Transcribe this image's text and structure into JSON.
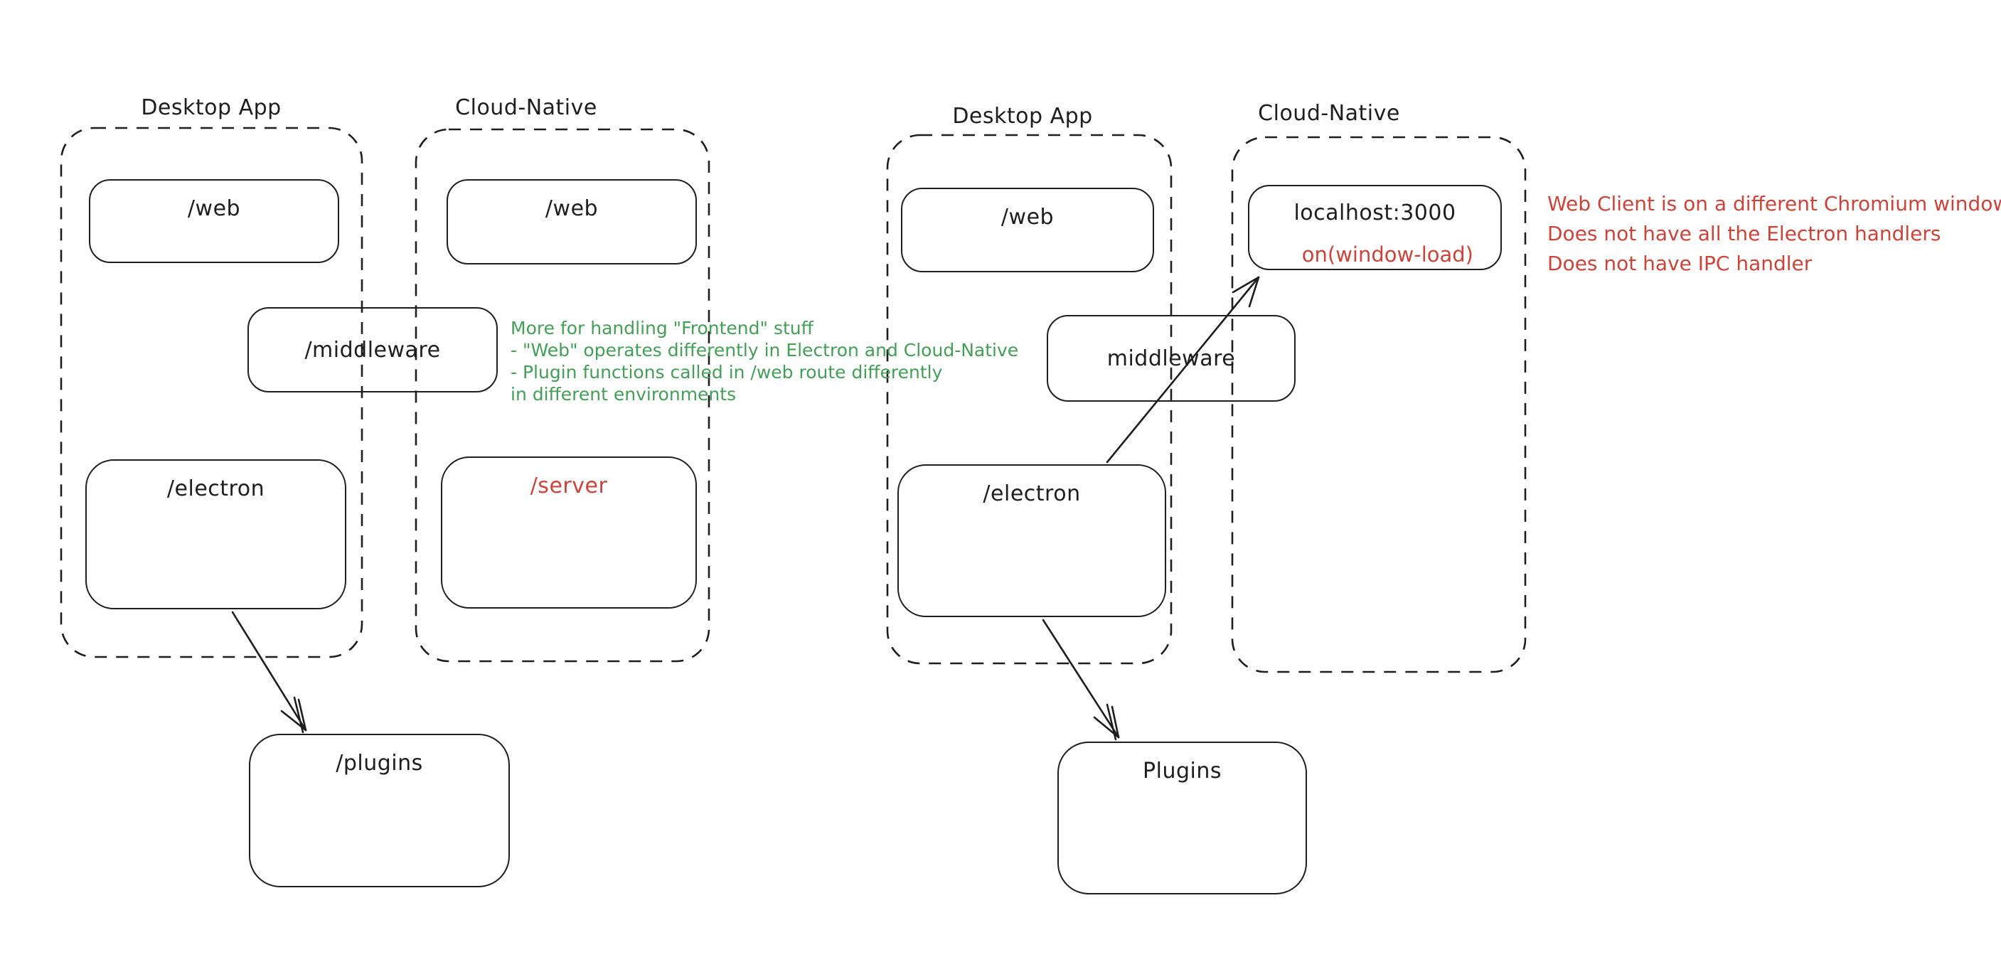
{
  "colors": {
    "ink": "#1e1e1e",
    "red": "#cb4439",
    "green": "#459e58",
    "background": "#ffffff"
  },
  "left_group": {
    "desktop_title": "Desktop App",
    "cloud_title": "Cloud-Native",
    "web_desktop_label": "/web",
    "web_cloud_label": "/web",
    "middleware_label": "/middleware",
    "electron_label": "/electron",
    "server_label": "/server",
    "plugins_label": "/plugins",
    "note": {
      "lines": [
        "More for handling \"Frontend\" stuff",
        "- \"Web\" operates differently in Electron and Cloud-Native",
        "- Plugin functions called in /web route differently",
        "in different environments"
      ]
    }
  },
  "right_group": {
    "desktop_title": "Desktop App",
    "cloud_title": "Cloud-Native",
    "web_desktop_label": "/web",
    "localhost_label": "localhost:3000",
    "localhost_sub_label": "on(window-load)",
    "middleware_label": "middleware",
    "electron_label": "/electron",
    "plugins_label": "Plugins",
    "note": {
      "lines": [
        "Web Client is on a different Chromium window",
        "Does not have all the Electron handlers",
        "Does not have IPC handler"
      ]
    }
  }
}
